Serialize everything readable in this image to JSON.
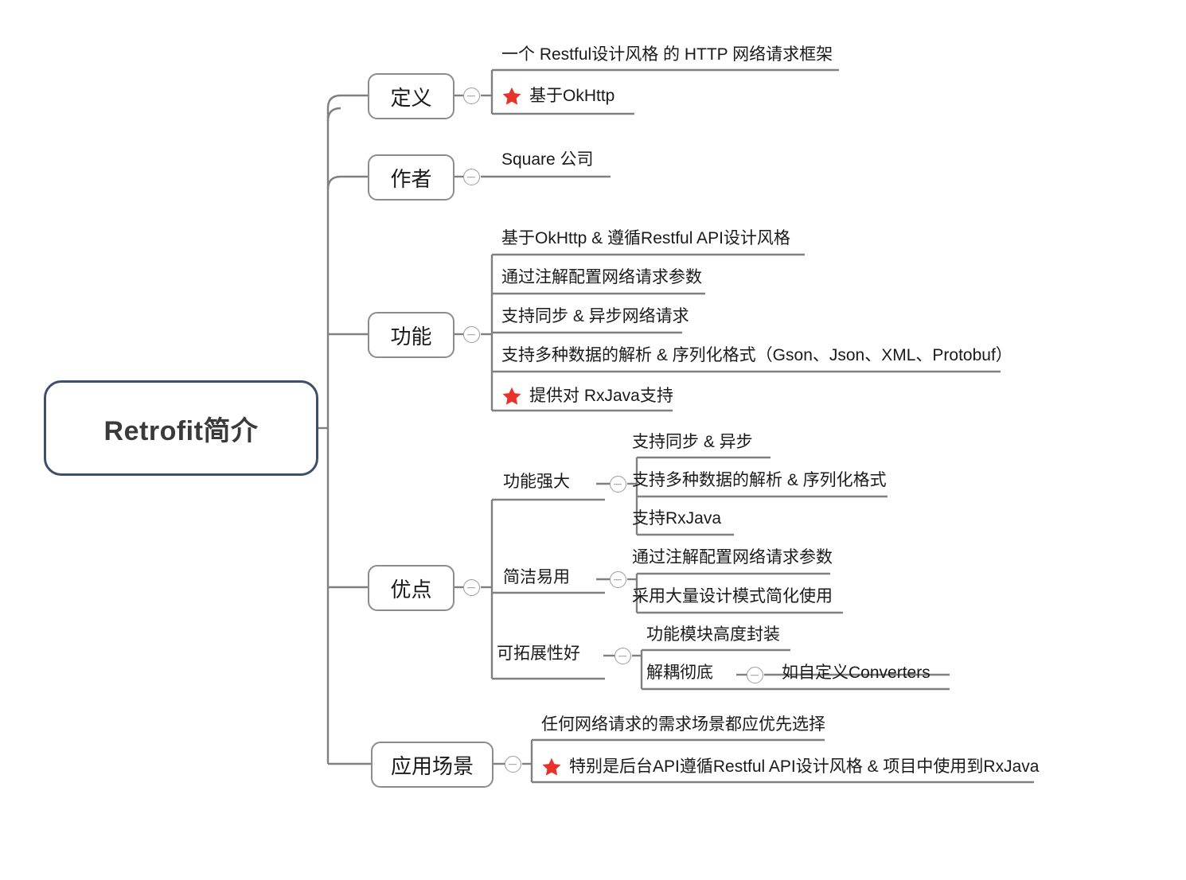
{
  "map": {
    "root": {
      "label": "Retrofit简介"
    },
    "branches": [
      {
        "label": "定义",
        "children": [
          {
            "text": "一个 Restful设计风格 的 HTTP 网络请求框架",
            "star": false
          },
          {
            "text": "基于OkHttp",
            "star": true
          }
        ]
      },
      {
        "label": "作者",
        "children": [
          {
            "text": "Square 公司",
            "star": false
          }
        ]
      },
      {
        "label": "功能",
        "children": [
          {
            "text": "基于OkHttp & 遵循Restful API设计风格",
            "star": false
          },
          {
            "text": "通过注解配置网络请求参数",
            "star": false
          },
          {
            "text": "支持同步 & 异步网络请求",
            "star": false
          },
          {
            "text": "支持多种数据的解析 & 序列化格式（Gson、Json、XML、Protobuf）",
            "star": false
          },
          {
            "text": "提供对 RxJava支持",
            "star": true
          }
        ]
      },
      {
        "label": "优点",
        "children": [
          {
            "text": "功能强大",
            "star": false,
            "children": [
              {
                "text": "支持同步 & 异步",
                "star": false
              },
              {
                "text": "支持多种数据的解析 & 序列化格式",
                "star": false
              },
              {
                "text": "支持RxJava",
                "star": false
              }
            ]
          },
          {
            "text": "简洁易用",
            "star": false,
            "children": [
              {
                "text": "通过注解配置网络请求参数",
                "star": false
              },
              {
                "text": "采用大量设计模式简化使用",
                "star": false
              }
            ]
          },
          {
            "text": "可拓展性好",
            "star": false,
            "children": [
              {
                "text": "功能模块高度封装",
                "star": false
              },
              {
                "text": "解耦彻底",
                "star": false,
                "children": [
                  {
                    "text": "如自定义Converters",
                    "star": false
                  }
                ]
              }
            ]
          }
        ]
      },
      {
        "label": "应用场景",
        "children": [
          {
            "text": "任何网络请求的需求场景都应优先选择",
            "star": false
          },
          {
            "text": "特别是后台API遵循Restful API设计风格 & 项目中使用到RxJava",
            "star": true
          }
        ]
      }
    ]
  },
  "colors": {
    "root_border": "#3d4f6e",
    "node_border": "#8c8c8c",
    "edge": "#808080",
    "text": "#1a1a1a",
    "star": "#e8322a"
  }
}
